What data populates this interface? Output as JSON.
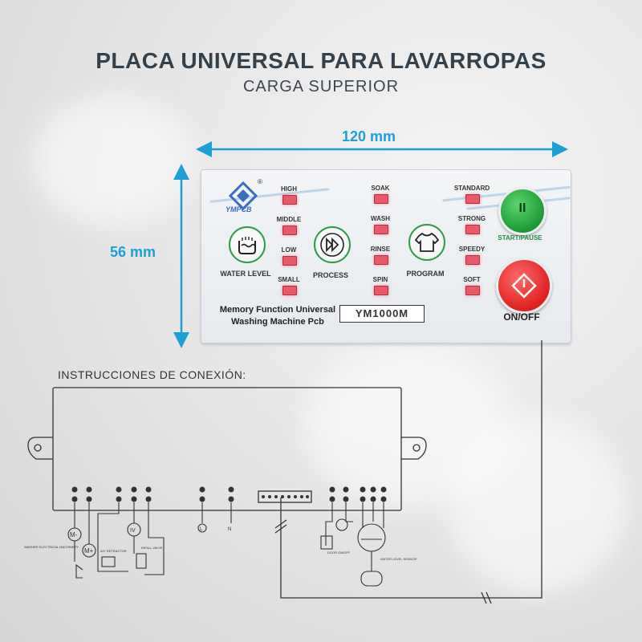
{
  "title": "PLACA UNIVERSAL PARA LAVARROPAS",
  "subtitle": "CARGA SUPERIOR",
  "dimensions": {
    "width": "120 mm",
    "height": "56 mm"
  },
  "panel": {
    "logo_text": "YMPCB",
    "logo_mark": "®",
    "levels": [
      "HIGH",
      "MIDDLE",
      "LOW",
      "SMALL"
    ],
    "processes": [
      "SOAK",
      "WASH",
      "RINSE",
      "SPIN"
    ],
    "programs": [
      "STANDARD",
      "STRONG",
      "SPEEDY",
      "SOFT"
    ],
    "water_level_label": "WATER LEVEL",
    "process_label": "PROCESS",
    "program_label": "PROGRAM",
    "description_line1": "Memory Function Universal",
    "description_line2": "Washing Machine Pcb",
    "model": "YM1000M",
    "start_pause_symbol": "II",
    "start_pause_label": "START/PAUSE",
    "on_off_label": "ON/OFF",
    "accent_green": "#1c9a36",
    "accent_red": "#e02020",
    "led_color": "#e85a6a"
  },
  "diagram": {
    "heading": "INSTRUCCIONES DE CONEXIÓN:",
    "motor_label_1": "M-",
    "motor_label_2": "M+",
    "inlet_symbol": "IV",
    "live_label": "L",
    "neutral_label": "N",
    "washer_motor_text": "WASHER ELECTRICAL MACHINERY",
    "retractor_text": "A/C RETRACTOR",
    "inlet_valve_text": "INFALL VALVE",
    "door_text": "DOOR ON/OFF",
    "water_sensor_text": "WATER LEVEL SENSOR"
  }
}
